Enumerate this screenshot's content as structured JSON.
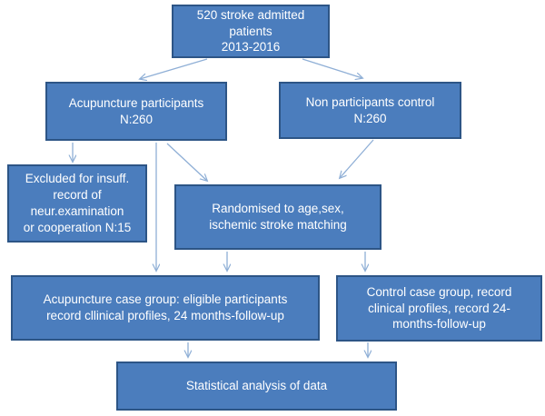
{
  "colors": {
    "box_fill": "#4b7dbd",
    "box_border": "#2d5586",
    "arrow": "#8fafd6",
    "text": "#ffffff",
    "background": "#ffffff"
  },
  "flowchart": {
    "nodes": {
      "admitted": {
        "label": "520 stroke admitted\npatients\n2013-2016"
      },
      "acupuncture": {
        "label": "Acupuncture participants\nN:260"
      },
      "non_participants": {
        "label": "Non participants control\nN:260"
      },
      "excluded": {
        "label": "Excluded for insuff.\nrecord of\nneur.examination\nor cooperation N:15"
      },
      "randomised": {
        "label": "Randomised to age,sex,\nischemic stroke matching"
      },
      "acupuncture_case": {
        "label": "Acupuncture case group: eligible participants\nrecord cllinical profiles, 24 months-follow-up"
      },
      "control_case": {
        "label": "Control case group, record\nclinical profiles, record 24-\nmonths-follow-up"
      },
      "statistics": {
        "label": "Statistical analysis of data"
      }
    },
    "edges": [
      {
        "from": "admitted",
        "to": "acupuncture"
      },
      {
        "from": "admitted",
        "to": "non_participants"
      },
      {
        "from": "acupuncture",
        "to": "excluded"
      },
      {
        "from": "acupuncture",
        "to": "acupuncture_case"
      },
      {
        "from": "acupuncture",
        "to": "randomised"
      },
      {
        "from": "non_participants",
        "to": "randomised"
      },
      {
        "from": "randomised",
        "to": "acupuncture_case"
      },
      {
        "from": "randomised",
        "to": "control_case"
      },
      {
        "from": "acupuncture_case",
        "to": "statistics"
      },
      {
        "from": "control_case",
        "to": "statistics"
      }
    ]
  }
}
